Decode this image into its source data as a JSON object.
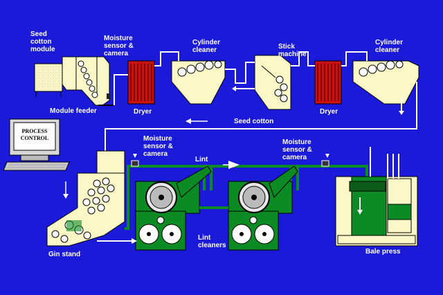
{
  "diagram": {
    "colors": {
      "background": "#1a1ad8",
      "equipment": "#fbf7c7",
      "dryer": "#cc1111",
      "lint_equipment": "#0c8a24",
      "lines": "#ffffff"
    },
    "labels": {
      "seed_cotton_module": [
        "Seed",
        "cotton",
        "module"
      ],
      "moisture_sensor_1": [
        "Moisture",
        "sensor &",
        "camera"
      ],
      "cylinder_cleaner_1": [
        "Cylinder",
        "cleaner"
      ],
      "stick_machine": [
        "Stick",
        "machine"
      ],
      "cylinder_cleaner_2": [
        "Cylinder",
        "cleaner"
      ],
      "module_feeder": "Module feeder",
      "dryer_1": "Dryer",
      "dryer_2": "Dryer",
      "seed_cotton": "Seed cotton",
      "process_control": [
        "PROCESS",
        "CONTROL"
      ],
      "moisture_sensor_2": [
        "Moisture",
        "sensor &",
        "camera"
      ],
      "moisture_sensor_3": [
        "Moisture",
        "sensor &",
        "camera"
      ],
      "lint": "Lint",
      "lint_cleaners": [
        "Lint",
        "cleaners"
      ],
      "gin_stand": "Gin stand",
      "bale_press": "Bale press"
    }
  }
}
